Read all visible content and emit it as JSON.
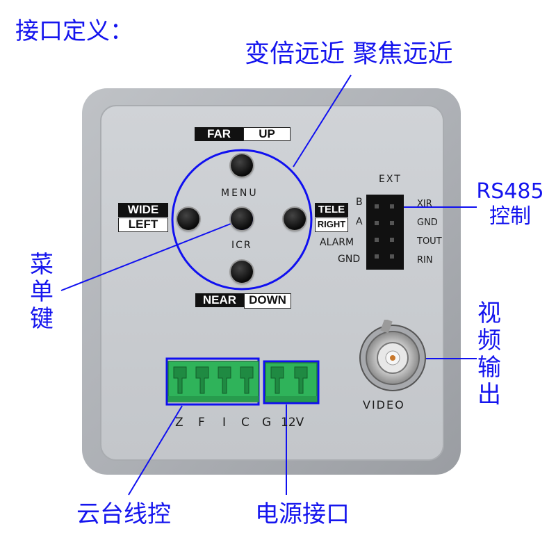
{
  "title": "接口定义：",
  "callouts": {
    "lens": "变倍远近 聚焦远近",
    "rs485": "RS485控制",
    "menu_key": "菜单键",
    "video_out": "视频输出",
    "ptz": "云台线控",
    "power": "电源接口"
  },
  "panel": {
    "far": "FAR",
    "up": "UP",
    "wide": "WIDE",
    "left": "LEFT",
    "tele": "TELE",
    "right": "RIGHT",
    "near": "NEAR",
    "down": "DOWN",
    "menu": "MENU",
    "icr": "ICR",
    "ext": "EXT",
    "ext_left": [
      "B",
      "A",
      "ALARM",
      "GND"
    ],
    "ext_right": [
      "XIR",
      "GND",
      "TOUT",
      "RIN"
    ],
    "video": "VIDEO",
    "terminal_labels": [
      "Z",
      "F",
      "I",
      "C",
      "G",
      "12V"
    ]
  },
  "colors": {
    "callout": "#1515ee",
    "terminal": "#2fb35a",
    "panel": "#c9ccd1"
  }
}
